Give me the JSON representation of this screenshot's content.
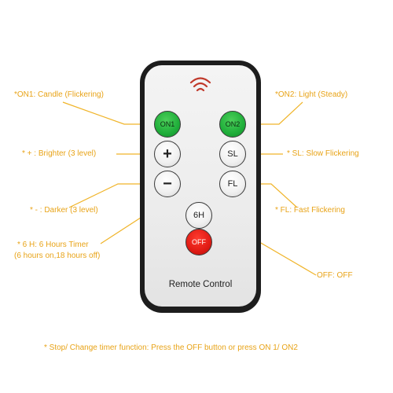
{
  "remote": {
    "title": "Remote Control",
    "buttons": {
      "on1": "ON1",
      "on2": "ON2",
      "plus": "+",
      "sl": "SL",
      "minus": "−",
      "fl": "FL",
      "six_h": "6H",
      "off": "OFF"
    },
    "colors": {
      "body": "#1d1d1d",
      "face": "#ececec",
      "green": "#1fae3a",
      "red": "#e01b14",
      "ir": "#c0392b"
    },
    "icons": {
      "ir_signal": "infrared-signal-icon"
    }
  },
  "labels": {
    "on1": "*ON1: Candle (Flickering)",
    "on2": "*ON2: Light (Steady)",
    "brighter": "* + : Brighter (3 level)",
    "sl": "* SL: Slow Flickering",
    "darker": "* - : Darker (3 level)",
    "fl": "* FL: Fast Flickering",
    "timer_line1": "* 6 H: 6 Hours Timer",
    "timer_line2": "(6 hours on,18 hours off)",
    "off": "OFF: OFF",
    "footnote": "* Stop/ Change timer function: Press the OFF button or press ON 1/ ON2"
  },
  "colors": {
    "label_text": "#e8a317",
    "leader_line": "#f0b429"
  }
}
